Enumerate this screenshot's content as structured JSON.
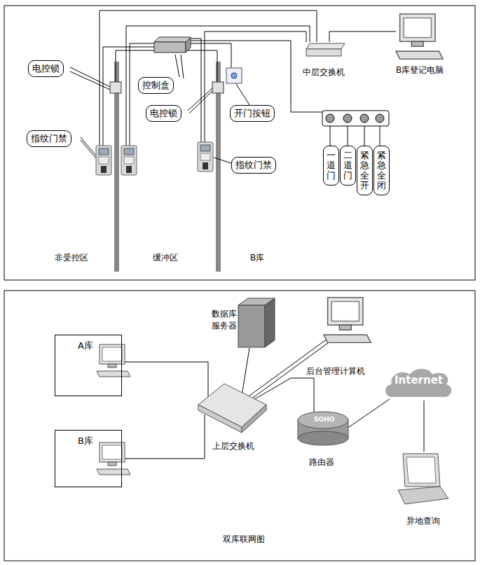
{
  "diagram": {
    "caption": "双库联网图",
    "nodes": [
      {
        "text": [
          "电控锁"
        ]
      },
      {
        "text": [
          "控制盒"
        ]
      },
      {
        "text": [
          "电控锁"
        ]
      },
      {
        "text": [
          "开门按钮"
        ]
      },
      {
        "text": [
          "指纹门禁"
        ]
      },
      {
        "text": [
          "指纹门禁"
        ]
      },
      {
        "text": [
          "一道门"
        ]
      },
      {
        "text": [
          "二道门"
        ]
      },
      {
        "text": [
          "紧急全开"
        ]
      },
      {
        "text": [
          "紧急全闭"
        ]
      },
      {
        "text": [
          "A库"
        ]
      },
      {
        "text": [
          "Internet"
        ]
      },
      {
        "text": [
          "B库"
        ]
      }
    ],
    "labels": [
      "中层交换机",
      "B库登记电脑",
      "非受控区",
      "缓冲区",
      "B库",
      "数据库 服务器",
      "后台管理计算机",
      "SOHO",
      "路由器",
      "上层交换机",
      "异地查询"
    ]
  }
}
